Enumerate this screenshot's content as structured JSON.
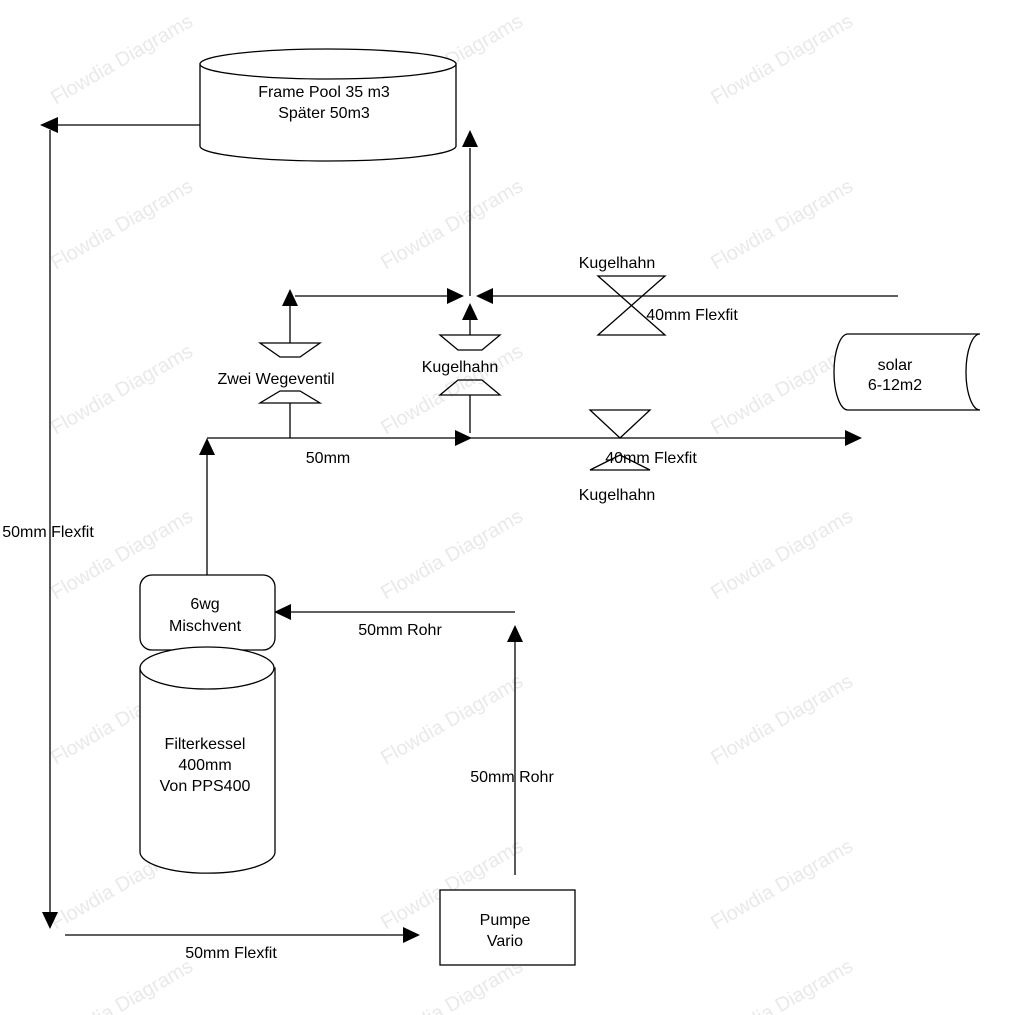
{
  "watermark": "Flowdia Diagrams",
  "nodes": {
    "pool": {
      "line1": "Frame Pool 35 m3",
      "line2": "Später 50m3"
    },
    "solar": {
      "line1": "solar",
      "line2": "6-12m2"
    },
    "mischventil": {
      "line1": "6wg",
      "line2": "Mischvent"
    },
    "filterkessel": {
      "line1": "Filterkessel",
      "line2": "400mm",
      "line3": "Von PPS400"
    },
    "pumpe": {
      "line1": "Pumpe",
      "line2": "Vario"
    }
  },
  "valves": {
    "zwei_wegeventil": "Zwei Wegeventil",
    "kugelhahn_center": "Kugelhahn",
    "kugelhahn_top": "Kugelhahn",
    "kugelhahn_bottom": "Kugelhahn"
  },
  "labels": {
    "flexfit_40_top": "40mm Flexfit",
    "flexfit_40_bottom": "40mm Flexfit",
    "pipe_50mm": "50mm",
    "rohr_50_horizontal": "50mm Rohr",
    "rohr_50_vertical": "50mm Rohr",
    "flexfit_50_left": "50mm Flexfit",
    "flexfit_50_bottom": "50mm Flexfit"
  }
}
